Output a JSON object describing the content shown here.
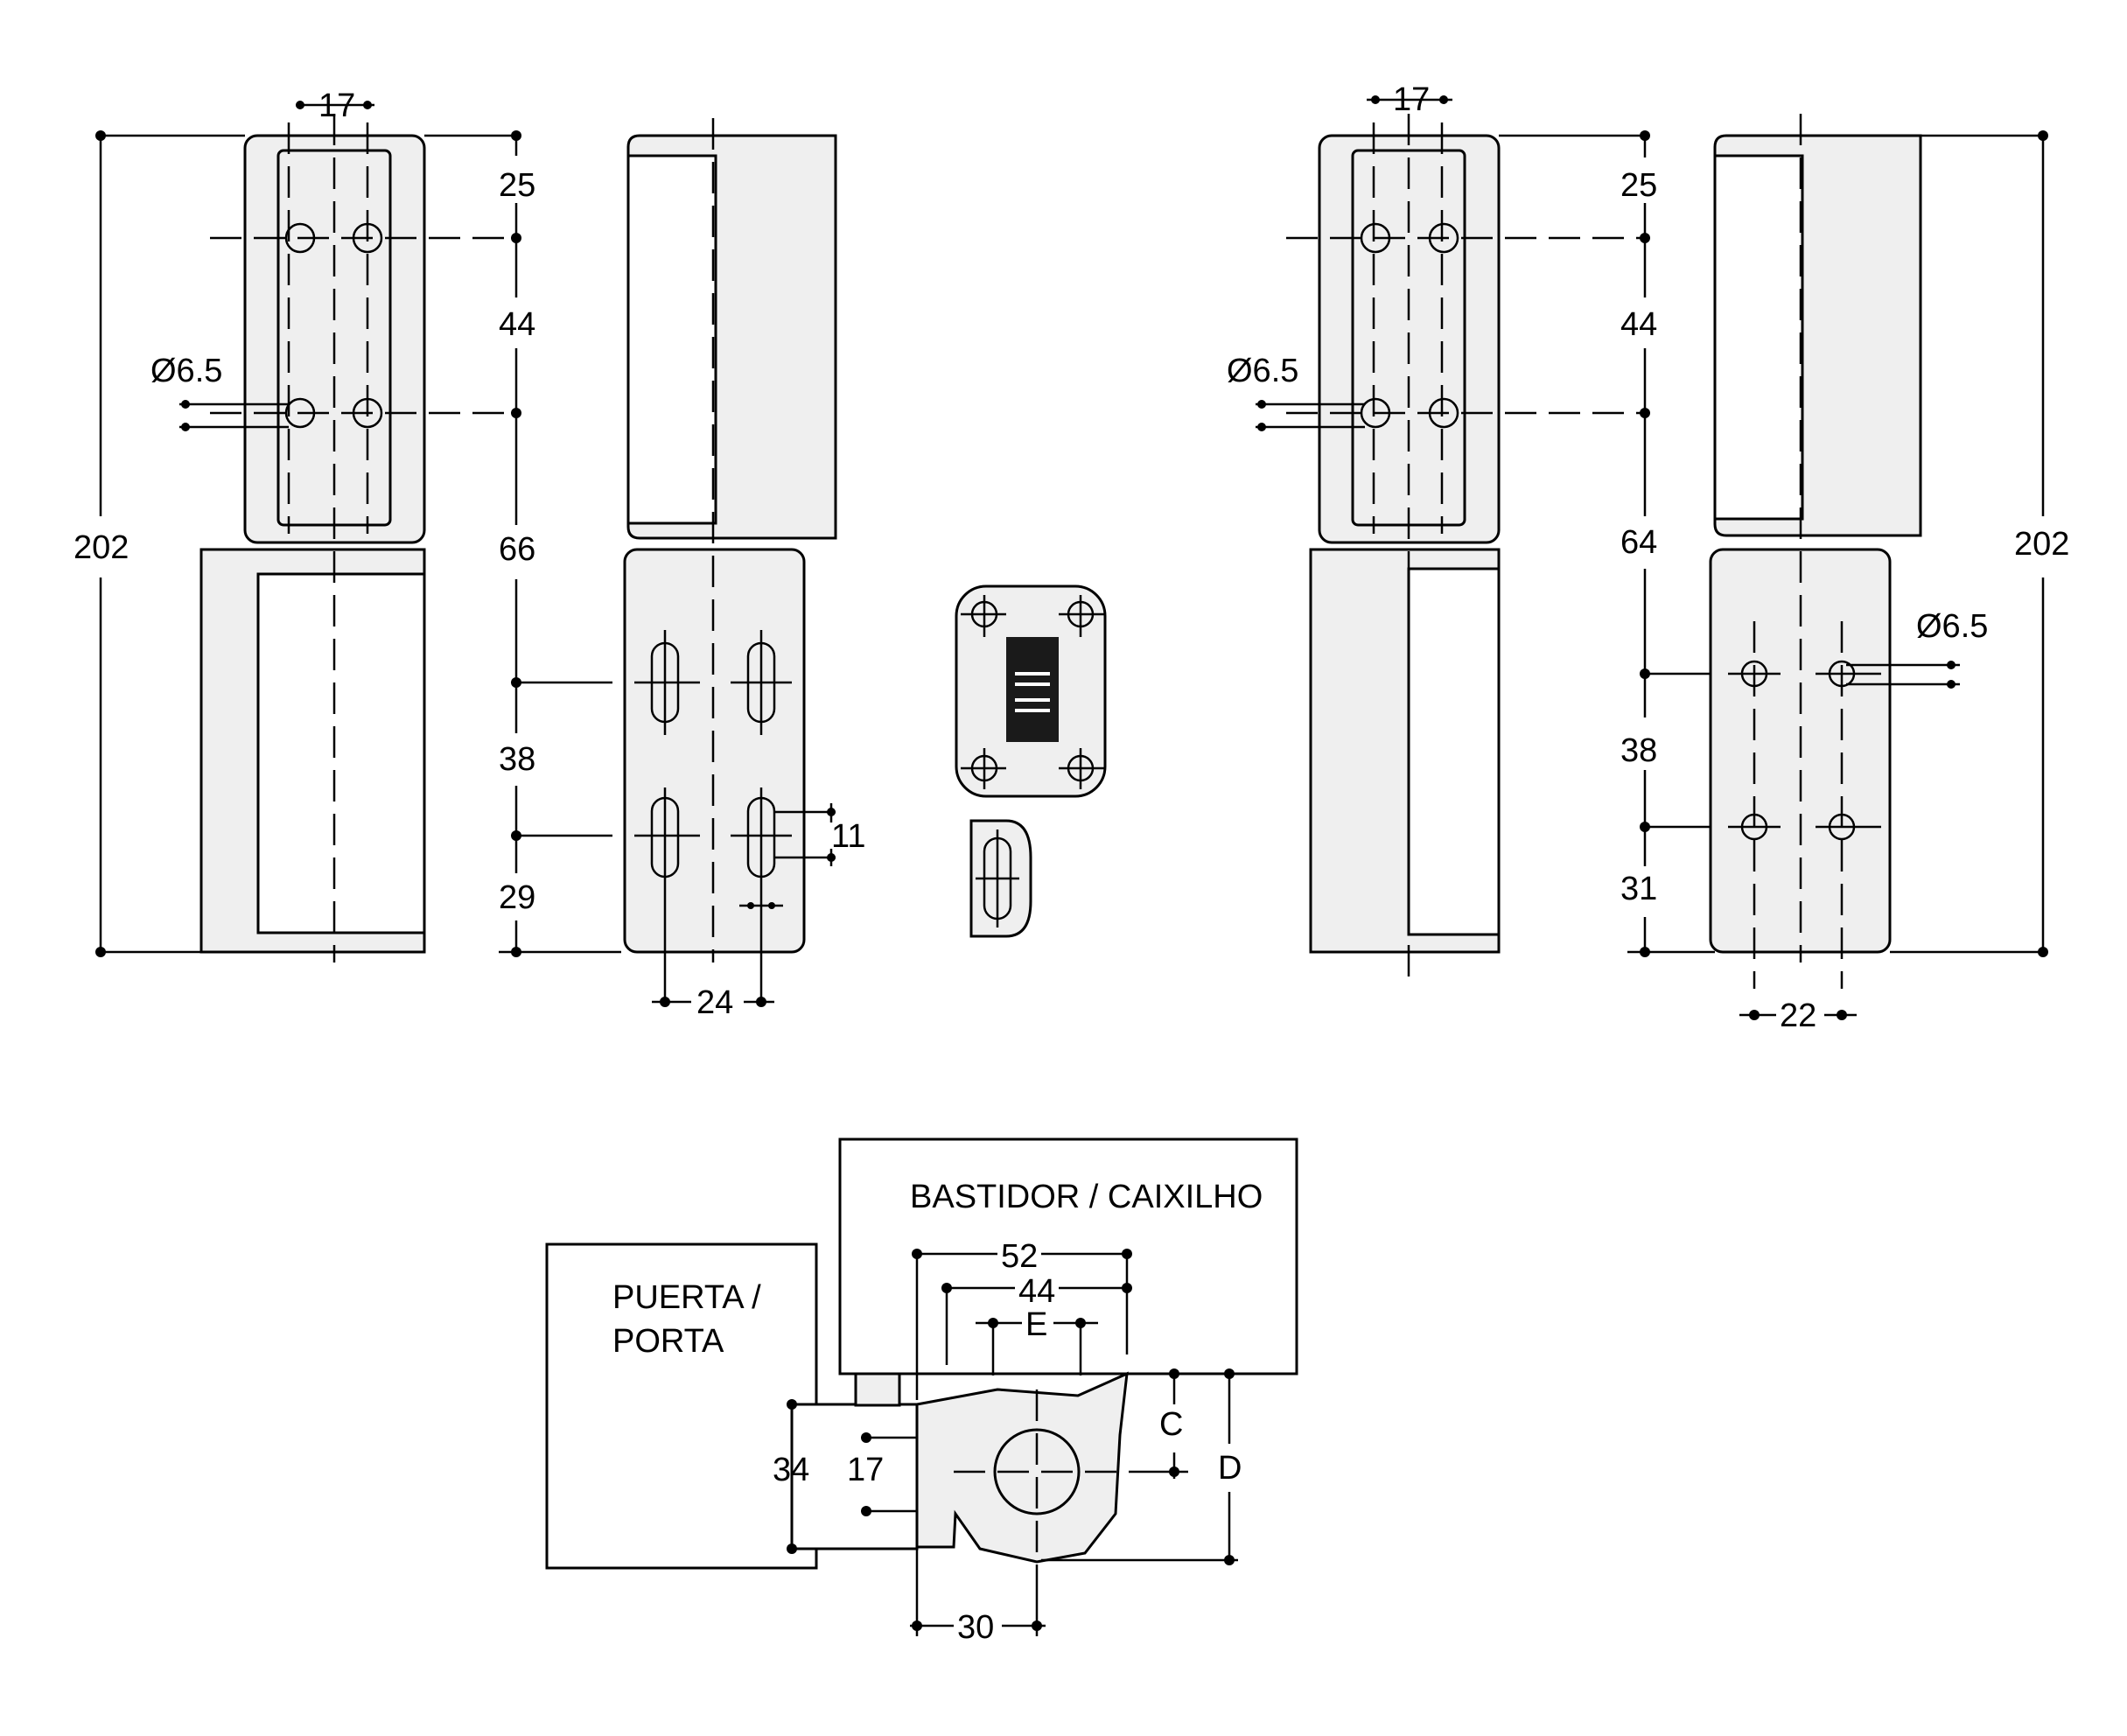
{
  "labels": {
    "d_left_17": "17",
    "d_left_202": "202",
    "d_left_25": "25",
    "d_left_44": "44",
    "d_left_66": "66",
    "d_left_38": "38",
    "d_left_29": "29",
    "d_left_hole": "Ø6.5",
    "d_left_24": "24",
    "d_left_11": "11",
    "d_right_17": "17",
    "d_right_25": "25",
    "d_right_44": "44",
    "d_right_64": "64",
    "d_right_38": "38",
    "d_right_31": "31",
    "d_right_202": "202",
    "d_right_hole_top": "Ø6.5",
    "d_right_hole_low": "Ø6.5",
    "d_right_22": "22",
    "frame_label": "BASTIDOR / CAIXILHO",
    "door_label_1": "PUERTA /",
    "door_label_2": "PORTA",
    "d_sec_52": "52",
    "d_sec_44": "44",
    "d_sec_E": "E",
    "d_sec_C": "C",
    "d_sec_D": "D",
    "d_sec_34": "34",
    "d_sec_17": "17",
    "d_sec_30": "30"
  }
}
